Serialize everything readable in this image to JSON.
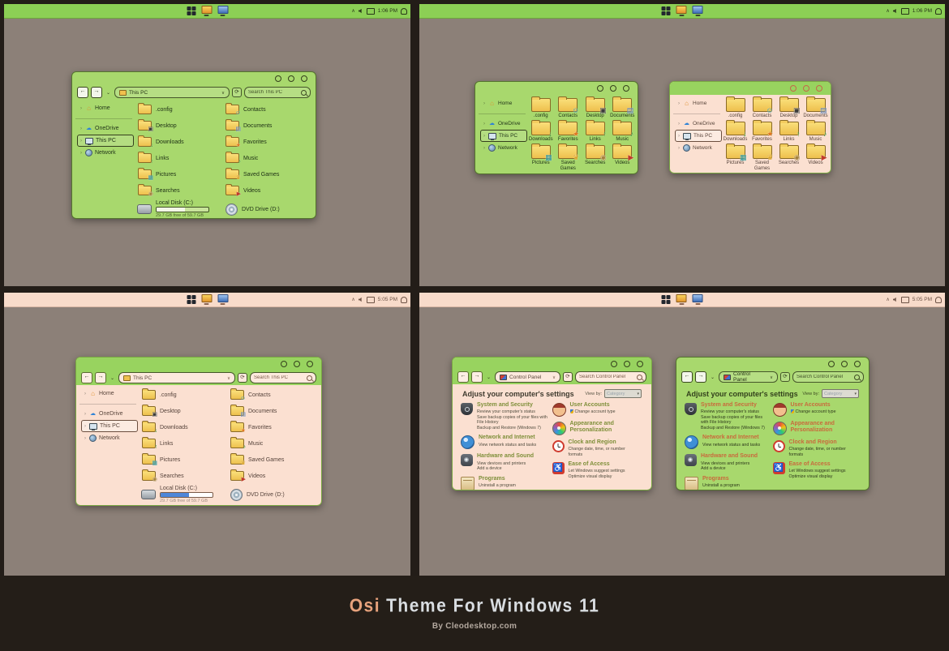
{
  "colors": {
    "accent_green": "#98d35f",
    "accent_cream": "#fbe0d1",
    "desktop": "#8c8078",
    "frame": "#231d18",
    "title_accent": "#e7a27c"
  },
  "taskbar": {
    "time_top": "1:06 PM",
    "time_bottom": "5:05 PM"
  },
  "explorer": {
    "address": "This PC",
    "search": "Search This PC",
    "sidebar": [
      {
        "label": "Home",
        "name": "sidebar-item-home",
        "icon": "home-icon",
        "iccls": "sic s-home",
        "glyph": "⌂",
        "cls": "side-item"
      },
      {
        "label": "OneDrive",
        "name": "sidebar-item-onedrive",
        "icon": "onedrive-cloud-icon",
        "iccls": "sic s-cloud",
        "glyph": "☁",
        "cls": "side-item"
      },
      {
        "label": "This PC",
        "name": "sidebar-item-this-pc",
        "icon": "this-pc-icon",
        "iccls": "sic s-pc",
        "glyph": "",
        "cls": "side-item sel"
      },
      {
        "label": "Network",
        "name": "sidebar-item-network",
        "icon": "network-globe-icon",
        "iccls": "sic s-net",
        "glyph": "",
        "cls": "side-item"
      }
    ],
    "folders": [
      {
        "label": ".config",
        "name": "folder-config",
        "icon": "folder-icon",
        "ovcls": "ov",
        "glyph": ""
      },
      {
        "label": "Contacts",
        "name": "folder-contacts",
        "icon": "contacts-folder-icon",
        "ovcls": "ov g-teal",
        "glyph": "☺"
      },
      {
        "label": "Desktop",
        "name": "folder-desktop",
        "icon": "desktop-folder-icon",
        "ovcls": "ov g-dark",
        "glyph": "▣"
      },
      {
        "label": "Documents",
        "name": "folder-documents",
        "icon": "documents-folder-icon",
        "ovcls": "ov g-blue",
        "glyph": "▤"
      },
      {
        "label": "Downloads",
        "name": "folder-downloads",
        "icon": "downloads-folder-icon",
        "ovcls": "ov g-green",
        "glyph": "↓"
      },
      {
        "label": "Favorites",
        "name": "folder-favorites",
        "icon": "favorites-folder-icon",
        "ovcls": "ov g-orange",
        "glyph": "★"
      },
      {
        "label": "Links",
        "name": "folder-links",
        "icon": "links-folder-icon",
        "ovcls": "ov g-green",
        "glyph": "↑"
      },
      {
        "label": "Music",
        "name": "folder-music",
        "icon": "music-folder-icon",
        "ovcls": "ov g-green",
        "glyph": "♪"
      },
      {
        "label": "Pictures",
        "name": "folder-pictures",
        "icon": "pictures-folder-icon",
        "ovcls": "ov g-teal",
        "glyph": "▦"
      },
      {
        "label": "Saved Games",
        "name": "folder-saved-games",
        "icon": "saved-games-folder-icon",
        "ovcls": "ov g-gold",
        "glyph": "♛"
      },
      {
        "label": "Searches",
        "name": "folder-searches",
        "icon": "searches-folder-icon",
        "ovcls": "ov g-tan",
        "glyph": "◉"
      },
      {
        "label": "Videos",
        "name": "folder-videos",
        "icon": "videos-folder-icon",
        "ovcls": "ov g-red",
        "glyph": "▶"
      }
    ],
    "drives": {
      "disk_label": "Local Disk (C:)",
      "disk_caption": "29.7 GB free of 59.7 GB",
      "dvd_label": "DVD Drive (D:)"
    }
  },
  "control_panel": {
    "address": "Control Panel",
    "search": "Search Control Panel",
    "heading": "Adjust your computer's settings",
    "view_by_label": "View by:",
    "view_by_value": "Category",
    "categories_left": [
      {
        "title": "System and Security",
        "name": "category-system-and-security",
        "icon": "system-security-shield-icon",
        "ic": "cp-ic i-sys",
        "ccls": "cp-cat",
        "links": [
          "Review your computer's status",
          "Save backup copies of your files with File History",
          "Backup and Restore (Windows 7)"
        ]
      },
      {
        "title": "Network and Internet",
        "name": "category-network-and-internet",
        "icon": "network-internet-globe-icon",
        "ic": "cp-ic i-net",
        "ccls": "cp-cat",
        "links": [
          "View network status and tasks"
        ]
      },
      {
        "title": "Hardware and Sound",
        "name": "category-hardware-and-sound",
        "icon": "hardware-sound-speaker-icon",
        "ic": "cp-ic i-hw",
        "ccls": "cp-cat",
        "links": [
          "View devices and printers",
          "Add a device"
        ]
      },
      {
        "title": "Programs",
        "name": "category-programs",
        "icon": "programs-box-icon",
        "ic": "cp-ic i-prog",
        "ccls": "cp-cat",
        "links": [
          "Uninstall a program"
        ]
      }
    ],
    "categories_right": [
      {
        "title": "User Accounts",
        "name": "category-user-accounts",
        "icon": "user-accounts-icon",
        "ic": "cp-ic i-user",
        "ccls": "cp-cat badge-shield",
        "links": [
          "Change account type"
        ]
      },
      {
        "title": "Appearance and Personalization",
        "name": "category-appearance-personalization",
        "icon": "appearance-palette-icon",
        "ic": "cp-ic i-app",
        "ccls": "cp-cat",
        "links": []
      },
      {
        "title": "Clock and Region",
        "name": "category-clock-and-region",
        "icon": "clock-region-icon",
        "ic": "cp-ic i-clock",
        "ccls": "cp-cat",
        "links": [
          "Change date, time, or number formats"
        ]
      },
      {
        "title": "Ease of Access",
        "name": "category-ease-of-access",
        "icon": "ease-of-access-icon",
        "ic": "cp-ic i-ease",
        "ccls": "cp-cat",
        "links": [
          "Let Windows suggest settings",
          "Optimize visual display"
        ]
      }
    ]
  },
  "footer": {
    "title_accent": "Osi",
    "title_rest": "Theme For Windows 11",
    "byline": "By Cleodesktop.com"
  }
}
